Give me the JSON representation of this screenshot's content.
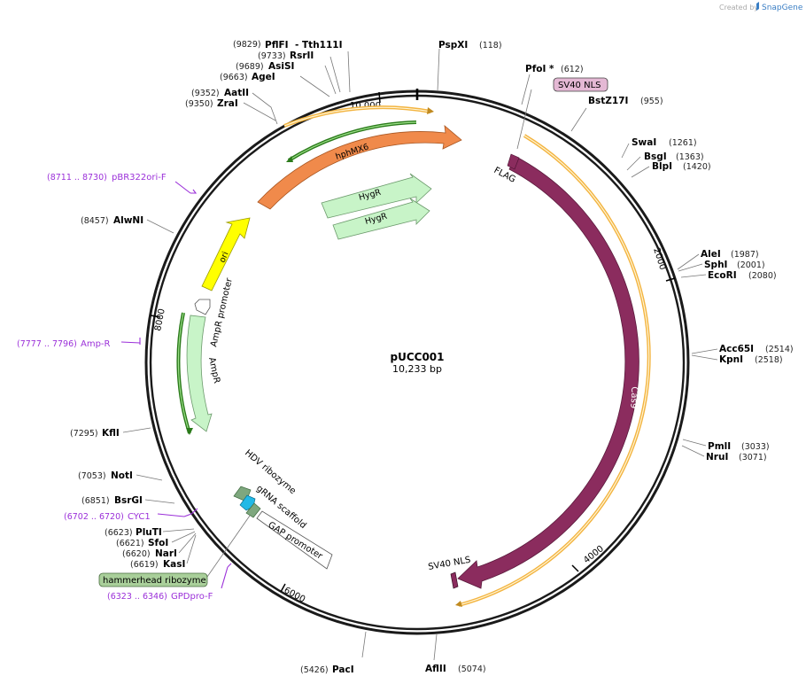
{
  "credit": {
    "prefix": "Created by",
    "brand": "SnapGene"
  },
  "plasmid": {
    "name": "pUCC001",
    "size_label": "10,233 bp",
    "length": 10233
  },
  "ruler_ticks": [
    {
      "pos": 10000,
      "label": "10,000"
    },
    {
      "pos": 2000,
      "label": "2000"
    },
    {
      "pos": 4000,
      "label": "4000"
    },
    {
      "pos": 6000,
      "label": "6000"
    },
    {
      "pos": 8000,
      "label": "8000"
    }
  ],
  "sites": [
    {
      "name": "PflFI",
      "pos": "(9829)",
      "bp": 9829
    },
    {
      "name": "- Tth111I",
      "pos": "",
      "bp": 9829
    },
    {
      "name": "RsrII",
      "pos": "(9733)",
      "bp": 9733
    },
    {
      "name": "AsiSI",
      "pos": "(9689)",
      "bp": 9689
    },
    {
      "name": "AgeI",
      "pos": "(9663)",
      "bp": 9663
    },
    {
      "name": "AatII",
      "pos": "(9352)",
      "bp": 9352
    },
    {
      "name": "ZraI",
      "pos": "(9350)",
      "bp": 9350
    },
    {
      "name": "PspXI",
      "pos": "(118)",
      "bp": 118
    },
    {
      "name": "PfoI *",
      "pos": "(612)",
      "bp": 612
    },
    {
      "name": "BstZ17I",
      "pos": "(955)",
      "bp": 955
    },
    {
      "name": "SwaI",
      "pos": "(1261)",
      "bp": 1261
    },
    {
      "name": "BsgI",
      "pos": "(1363)",
      "bp": 1363
    },
    {
      "name": "BlpI",
      "pos": "(1420)",
      "bp": 1420
    },
    {
      "name": "AleI",
      "pos": "(1987)",
      "bp": 1987
    },
    {
      "name": "SphI",
      "pos": "(2001)",
      "bp": 2001
    },
    {
      "name": "EcoRI",
      "pos": "(2080)",
      "bp": 2080
    },
    {
      "name": "Acc65I",
      "pos": "(2514)",
      "bp": 2514
    },
    {
      "name": "KpnI",
      "pos": "(2518)",
      "bp": 2518
    },
    {
      "name": "PmlI",
      "pos": "(3033)",
      "bp": 3033
    },
    {
      "name": "NruI",
      "pos": "(3071)",
      "bp": 3071
    },
    {
      "name": "AflII",
      "pos": "(5074)",
      "bp": 5074
    },
    {
      "name": "PacI",
      "pos": "(5426)",
      "bp": 5426
    },
    {
      "name": "AlwNI",
      "pos": "(8457)",
      "bp": 8457
    },
    {
      "name": "KflI",
      "pos": "(7295)",
      "bp": 7295
    },
    {
      "name": "NotI",
      "pos": "(7053)",
      "bp": 7053
    },
    {
      "name": "BsrGI",
      "pos": "(6851)",
      "bp": 6851
    },
    {
      "name": "PluTI",
      "pos": "(6623)",
      "bp": 6623
    },
    {
      "name": "SfoI",
      "pos": "(6621)",
      "bp": 6621
    },
    {
      "name": "NarI",
      "pos": "(6620)",
      "bp": 6620
    },
    {
      "name": "KasI",
      "pos": "(6619)",
      "bp": 6619
    }
  ],
  "primers": [
    {
      "name": "pBR322ori-F",
      "range": "(8711 .. 8730)"
    },
    {
      "name": "Amp-R",
      "range": "(7777 .. 7796)"
    },
    {
      "name": "CYC1",
      "range": "(6702 .. 6720)"
    },
    {
      "name": "GPDpro-F",
      "range": "(6323 .. 6346)"
    }
  ],
  "features": {
    "sv40_top": "SV40 NLS",
    "flag": "FLAG",
    "cas9": "Cas9",
    "sv40_bottom": "SV40 NLS",
    "hammerhead": "hammerhead ribozyme",
    "hdv": "HDV ribozyme",
    "grna": "gRNA scaffold",
    "gap": "GAP promoter",
    "ampr_promoter": "AmpR promoter",
    "ampr": "AmpR",
    "ori": "ori",
    "hphmx6": "hphMX6",
    "hygr1": "HygR",
    "hygr2": "HygR"
  },
  "colors": {
    "cas9": "#8b2c5e",
    "orange_cds": "#f08a4b",
    "ori": "#ffff00",
    "marker": "#c8f4c8",
    "primer": "#9b30d9",
    "sv40_box": "#e4b8d4",
    "hammerhead_box": "#a9cf9a",
    "hdv": "#7ea77e",
    "grna": "#22b9e6"
  }
}
